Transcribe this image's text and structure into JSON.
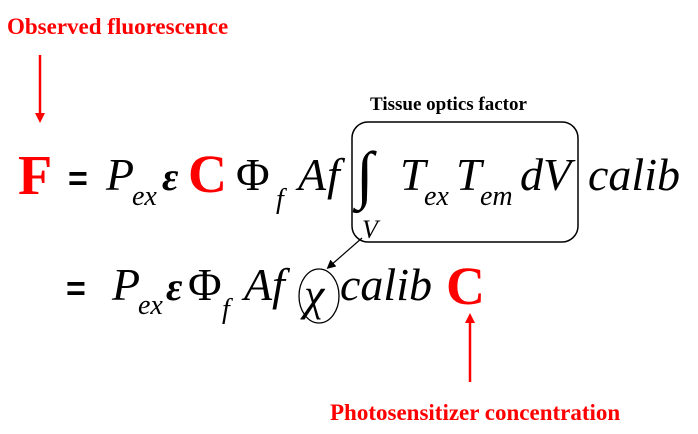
{
  "annotations": {
    "top_left": "Observed fluorescence",
    "bottom_right": "Photosensitizer concentration",
    "box_label": "Tissue optics factor"
  },
  "equation1": {
    "lhs": "F",
    "equals": "=",
    "P": "P",
    "ex_sub": "ex",
    "epsilon": "ε",
    "C": "C",
    "Phi": "Φ",
    "f_sub": "f",
    "A": "A",
    "f": "f",
    "integral": "∫",
    "integral_sub": "V",
    "T1": "T",
    "T1_sub": "ex",
    "T2": "T",
    "T2_sub": "em",
    "dV": "dV",
    "calib": "calib"
  },
  "equation2": {
    "equals": "=",
    "P": "P",
    "ex_sub": "ex",
    "epsilon": "ε",
    "Phi": "Φ",
    "f_sub": "f",
    "A": "A",
    "f": "f",
    "chi": "χ",
    "calib": "calib",
    "C": "C"
  },
  "colors": {
    "accent": "#ff0000",
    "text": "#000000",
    "background": "#ffffff"
  }
}
